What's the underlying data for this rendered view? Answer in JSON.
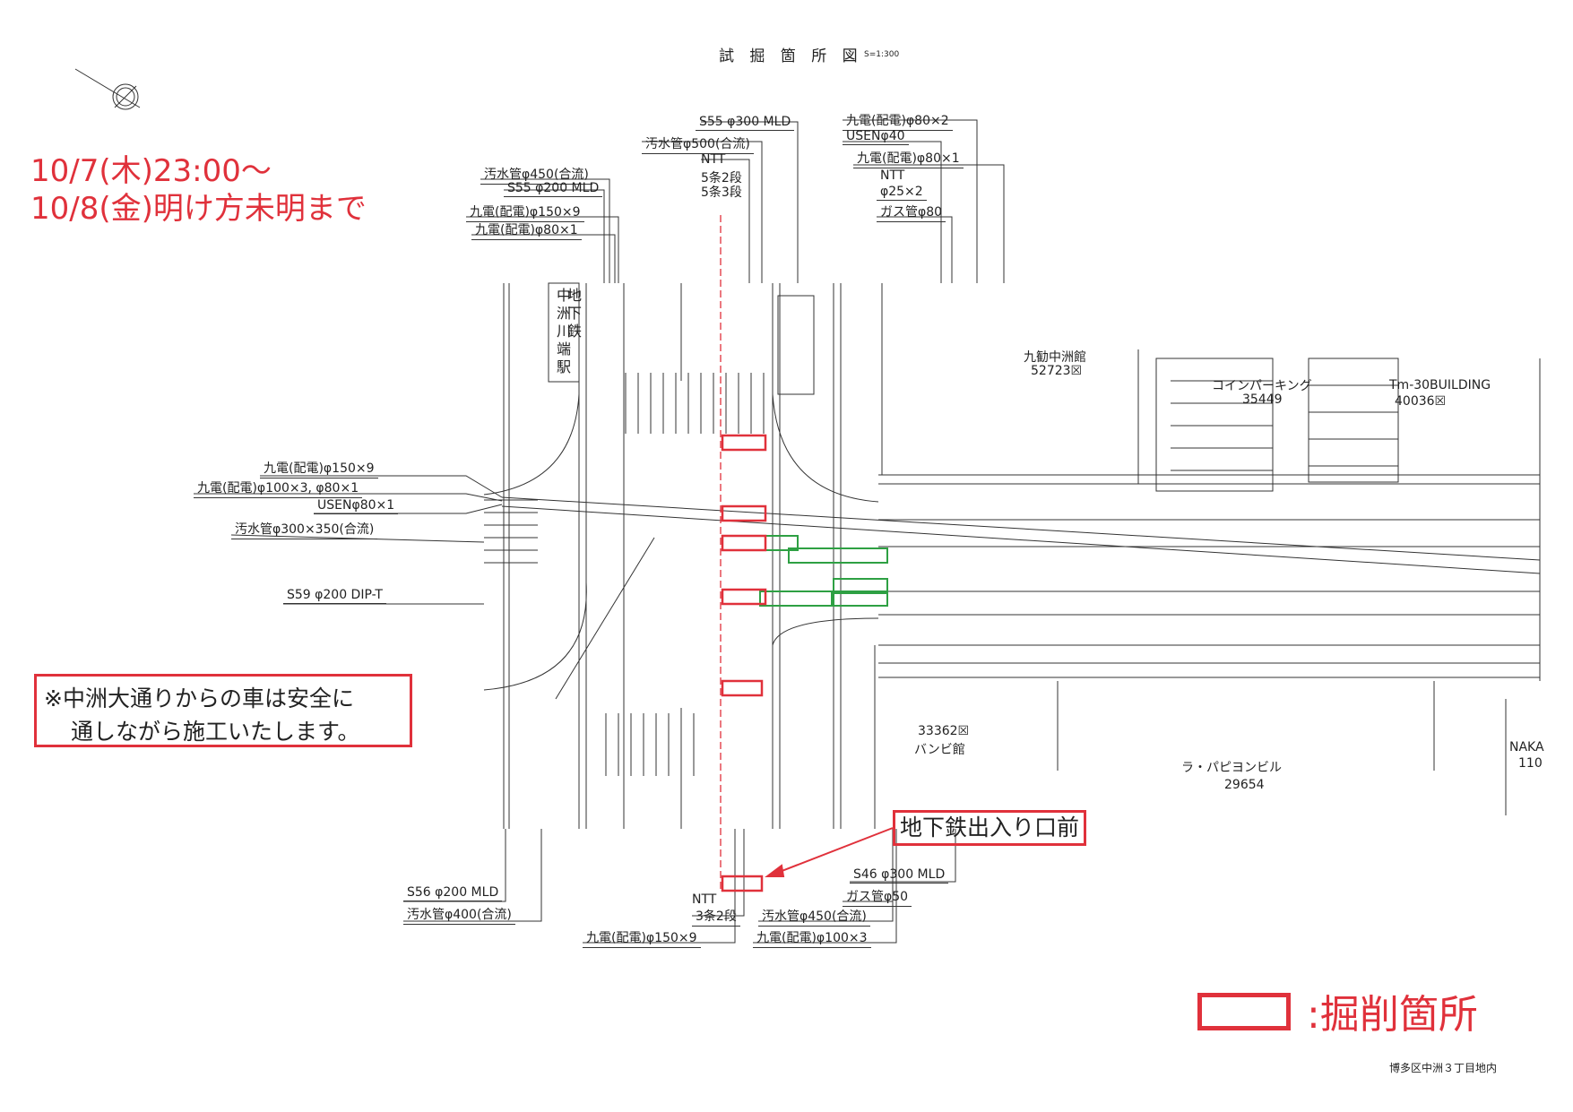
{
  "title": "試 掘 箇 所 図",
  "scale": "S=1:300",
  "schedule": {
    "line1": "10/7(木)23:00～",
    "line2": "10/8(金)明け方未明まで"
  },
  "notice": {
    "line1": "※中洲大通りからの車は安全に",
    "line2": "通しながら施工いたします。"
  },
  "callout": "地下鉄出入り口前",
  "legend": {
    "label": ":掘削箇所"
  },
  "footer": "博多区中洲３丁目地内",
  "colors": {
    "excavation": "#e0313b",
    "existing": "#2ea043",
    "line": "#333333"
  },
  "station": {
    "col1": [
      "地",
      "下",
      "鉄"
    ],
    "col2": [
      "中",
      "洲",
      "川",
      "端",
      "駅"
    ]
  },
  "pipes": {
    "top_left": [
      "汚水管φ450(合流)",
      "S55 φ200 MLD",
      "九電(配電)φ150×9",
      "九電(配電)φ80×1"
    ],
    "top_center": [
      "S55 φ300 MLD",
      "汚水管φ500(合流)",
      "NTT",
      "5条2段",
      "5条3段"
    ],
    "top_right": [
      "九電(配電)φ80×2",
      "USENφ40",
      "九電(配電)φ80×1",
      "NTT",
      "φ25×2",
      "ガス管φ80"
    ],
    "left": [
      "九電(配電)φ150×9",
      "九電(配電)φ100×3, φ80×1",
      "USENφ80×1",
      "汚水管φ300×350(合流)",
      "S59 φ200 DIP-T"
    ],
    "bottom_left": [
      "S56 φ200 MLD",
      "汚水管φ400(合流)",
      "九電(配電)φ150×9"
    ],
    "bottom_center": [
      "NTT",
      "3条2段"
    ],
    "bottom_right": [
      "S46 φ300 MLD",
      "ガス管φ50",
      "汚水管φ450(合流)",
      "九電(配電)φ100×3"
    ]
  },
  "buildings": [
    {
      "name": "九勧中洲館",
      "code": "52723☒"
    },
    {
      "name": "コインパーキング",
      "code": "35449"
    },
    {
      "name": "Tm-30BUILDING",
      "code": "40036☒"
    },
    {
      "name": "バンビ館",
      "code": "33362☒"
    },
    {
      "name": "ラ・パピヨンビル",
      "code": "29654"
    },
    {
      "name": "NAKA",
      "code": "110"
    }
  ]
}
